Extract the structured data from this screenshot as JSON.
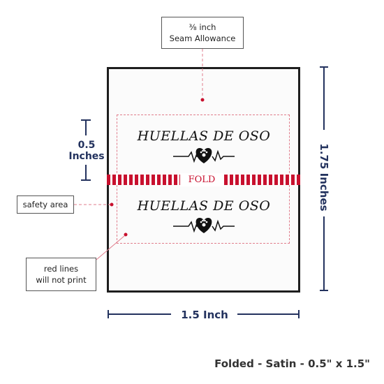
{
  "callouts": {
    "seam_allowance": {
      "line1": "⅜ inch",
      "line2": "Seam Allowance"
    },
    "safety_area": "safety area",
    "red_lines": {
      "line1": "red lines",
      "line2": "will not print"
    }
  },
  "label": {
    "brand_top": "HUELLAS DE OSO",
    "brand_bottom": "HUELLAS DE OSO",
    "fold": "FOLD"
  },
  "dimensions": {
    "fold_height": {
      "value": "0.5",
      "unit": "Inches"
    },
    "label_height": "1.75 Inches",
    "label_width": "1.5 Inch"
  },
  "footer": "Folded - Satin - 0.5\" x 1.5\"",
  "colors": {
    "dimension": "#23325e",
    "fold_band": "#c8102e",
    "guide": "#e07d8c",
    "border": "#1e1e1e"
  },
  "icons": [
    "heartbeat-paw-icon"
  ]
}
